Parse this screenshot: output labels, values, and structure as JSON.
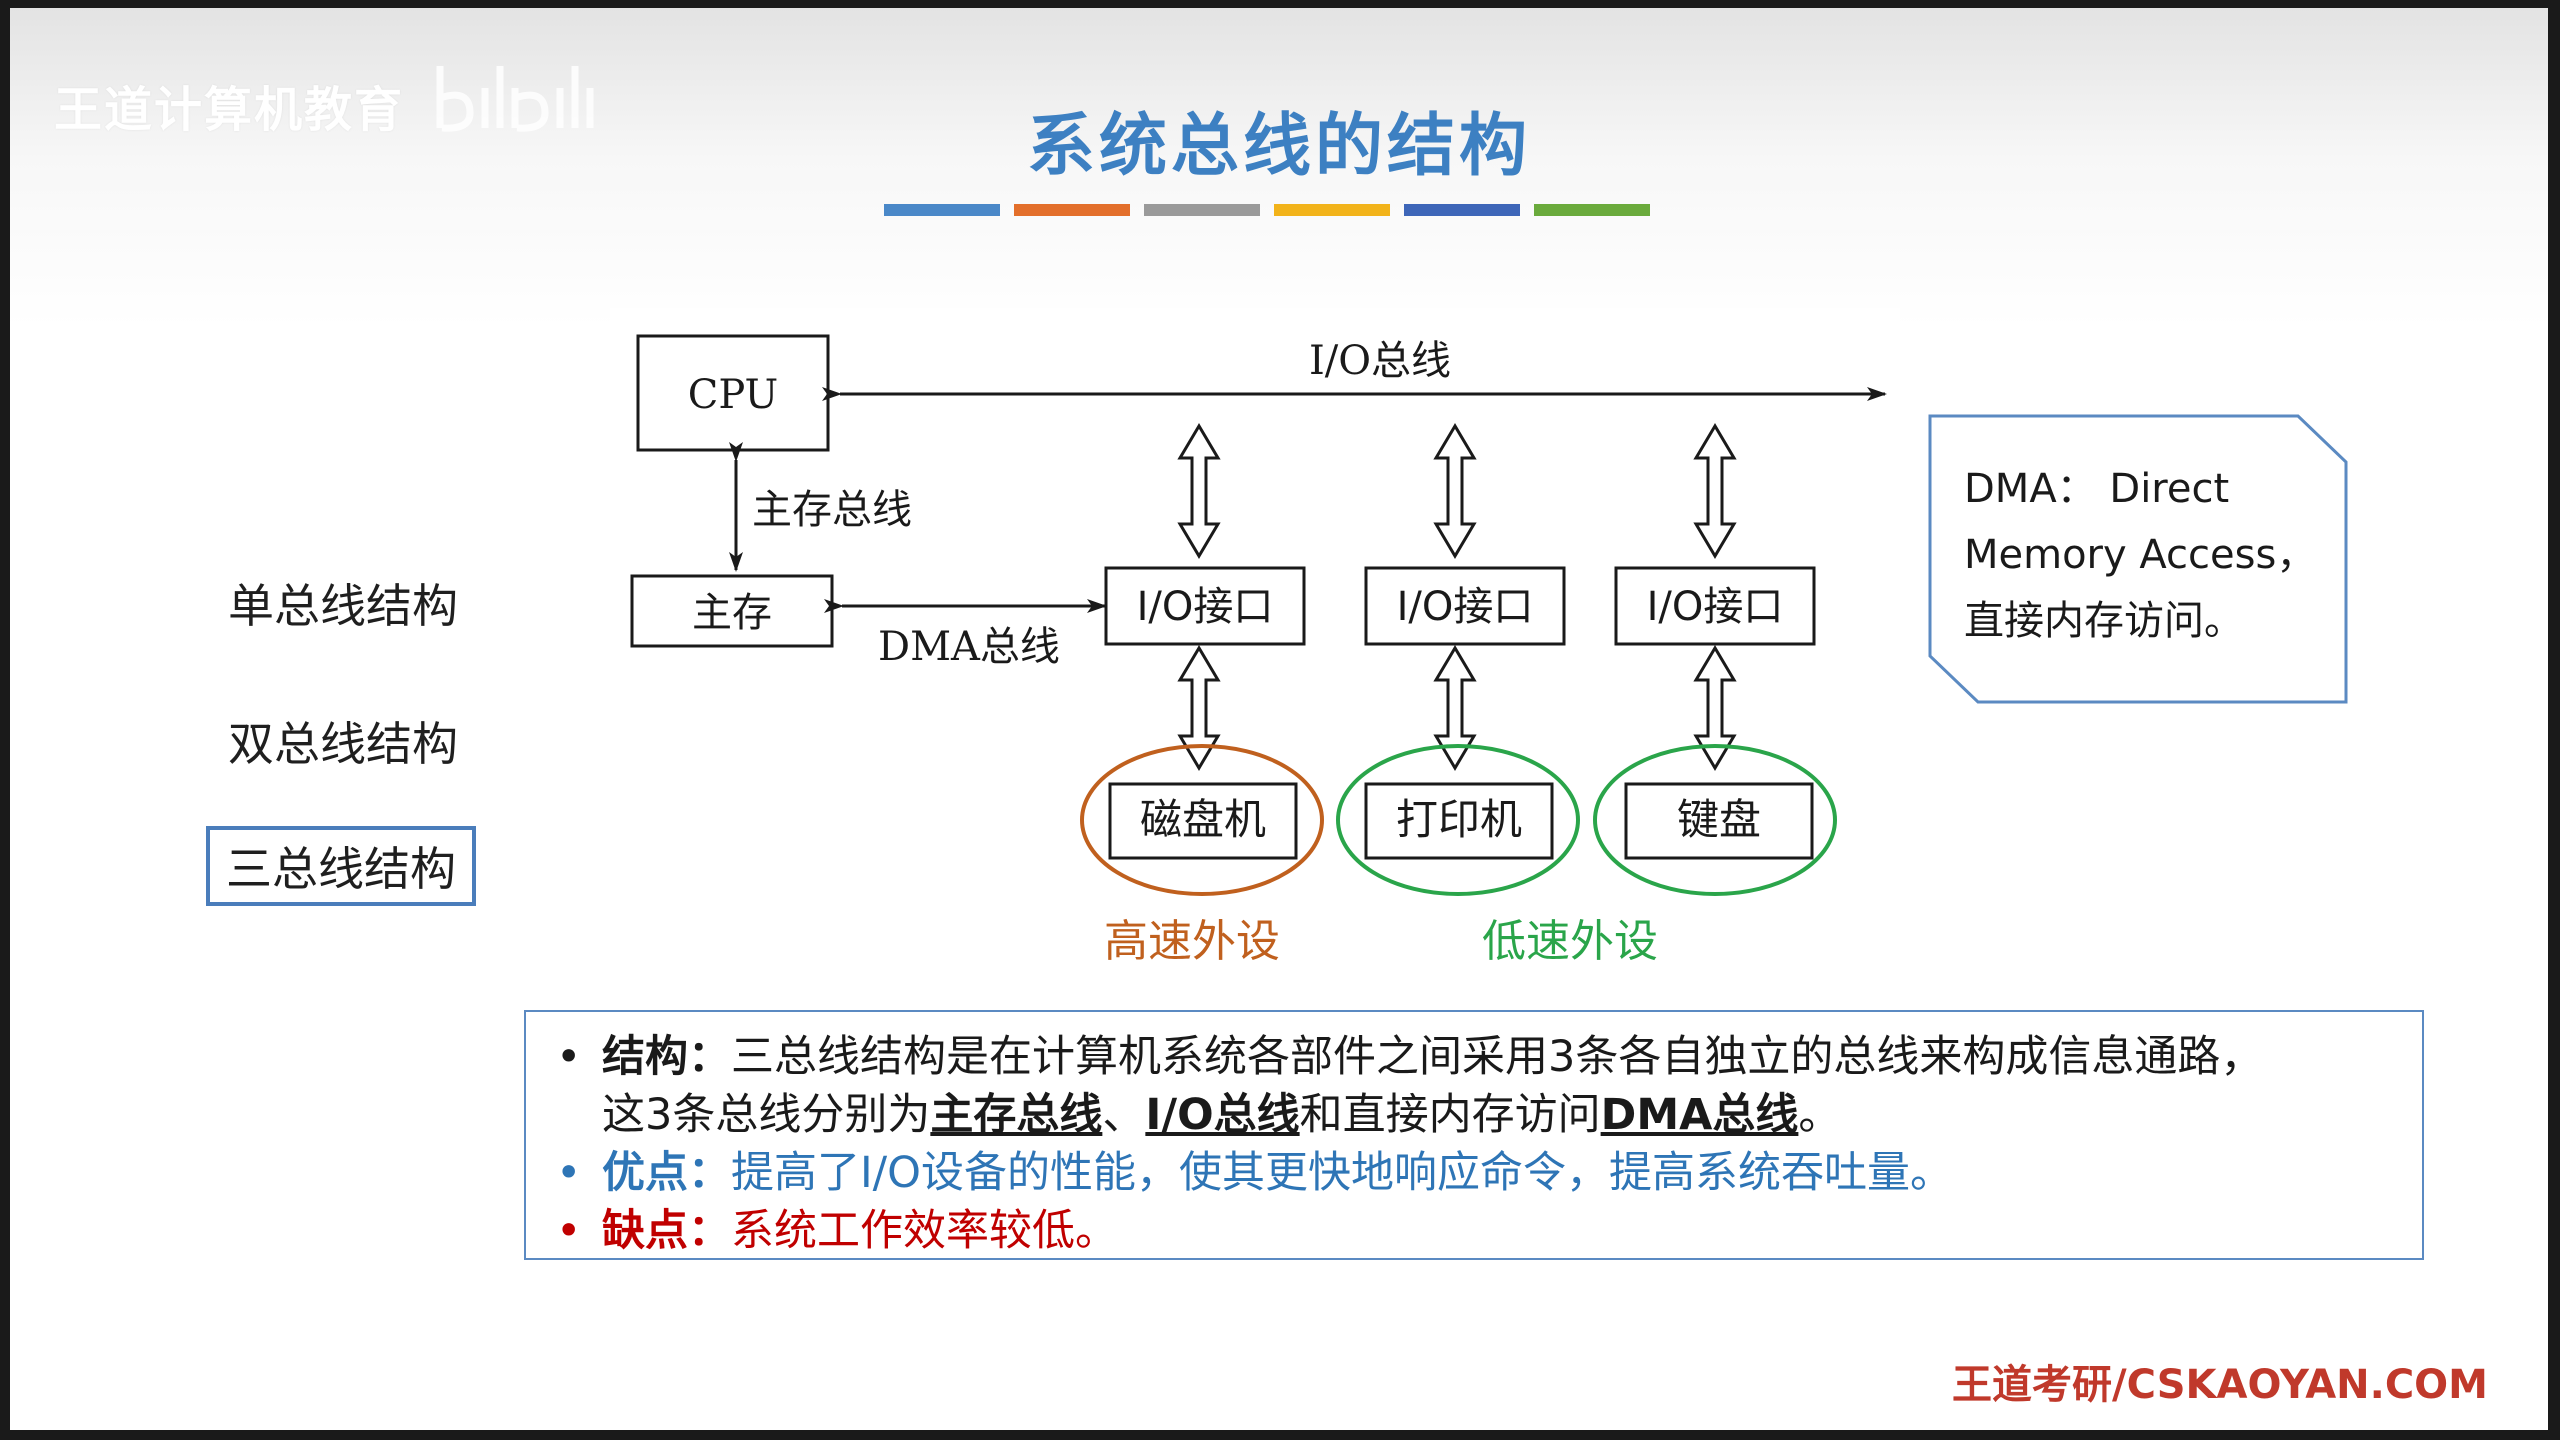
{
  "watermark": {
    "text": "王道计算机教育"
  },
  "title": "系统总线的结构",
  "title_bar_colors": [
    "#4a88c8",
    "#e36f2b",
    "#9a9a9a",
    "#f2b31a",
    "#3e66b8",
    "#6aaa3c"
  ],
  "nav": {
    "items": [
      "单总线结构",
      "双总线结构",
      "三总线结构"
    ],
    "active_index": 2
  },
  "diagram": {
    "cpu": "CPU",
    "io_bus": "I/O总线",
    "memory_bus": "主存总线",
    "memory": "主存",
    "dma_bus": "DMA总线",
    "interfaces": [
      "I/O接口",
      "I/O接口",
      "I/O接口"
    ],
    "devices": [
      "磁盘机",
      "打印机",
      "键盘"
    ],
    "high_speed_label": "高速外设",
    "low_speed_label": "低速外设",
    "high_color": "#c0601e",
    "low_color": "#2aa54a"
  },
  "callout": {
    "line1": "DMA： Direct",
    "line2": "Memory Access，",
    "line3": "直接内存访问。"
  },
  "info": {
    "structure_label": "结构：",
    "structure_text": "三总线结构是在计算机系统各部件之间采用3条各自独立的总线来构成信息通路，",
    "structure_line2_a": "这3条总线分别为",
    "structure_line2_b": "主存总线",
    "structure_line2_c": "、",
    "structure_line2_d": "I/O总线",
    "structure_line2_e": "和直接内存访问",
    "structure_line2_f": "DMA总线",
    "structure_line2_g": "。",
    "pro_label": "优点：",
    "pro_text": "提高了I/O设备的性能，使其更快地响应命令，提高系统吞吐量。",
    "con_label": "缺点：",
    "con_text": "系统工作效率较低。",
    "bullet": "•",
    "pro_color": "#2e75b6",
    "con_color": "#c00000"
  },
  "footer": "王道考研/CSKAOYAN.COM"
}
